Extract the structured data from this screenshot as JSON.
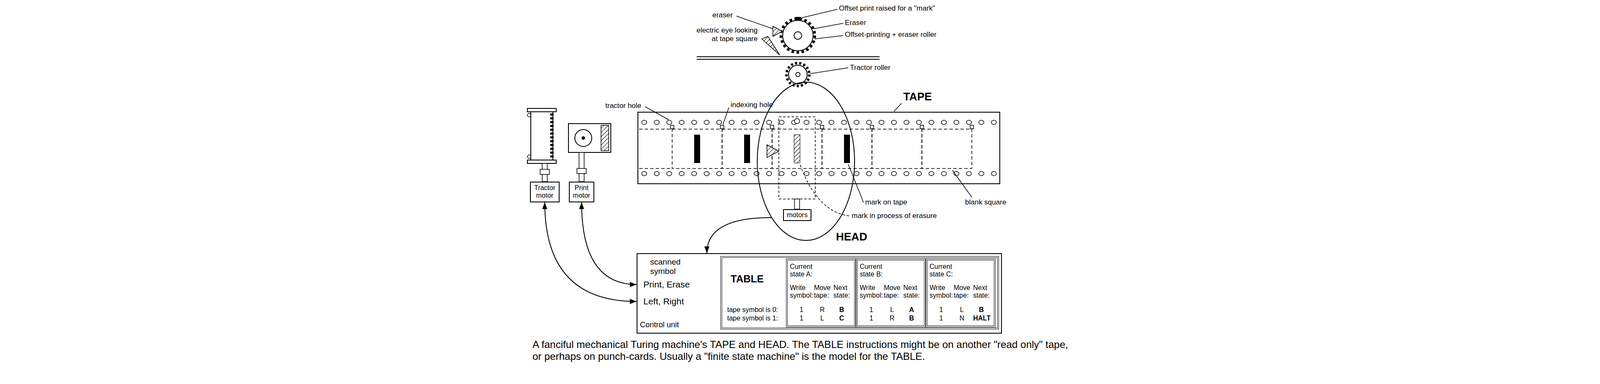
{
  "diagram": {
    "caption": "A fanciful mechanical Turing machine's TAPE and HEAD. The TABLE instructions might be on another \"read only\" tape, or perhaps on punch-cards. Usually a \"finite state machine\" is the model for the TABLE.",
    "nodes": [
      {
        "text": [
          "Tractor motor"
        ]
      },
      {
        "text": [
          "Print motor"
        ]
      },
      {
        "text": [
          "HEAD"
        ]
      },
      {
        "text": [
          "motors"
        ],
        "in": 2
      },
      {
        "text": [
          "scanned symbol",
          "Print, Erase",
          "Left, Right",
          "Control unit"
        ]
      },
      {
        "text": [
          "TABLE",
          "tape symbol is 0:",
          "tape symbol is 1:"
        ],
        "in": 4
      },
      {
        "text": [
          "Current state A:",
          "Write symbol:",
          "Move tape:",
          "Next state:",
          "1",
          "R",
          "B",
          "1",
          "L",
          "C"
        ],
        "in": 5
      },
      {
        "text": [
          "Current state B:",
          "Write symbol:",
          "Move tape:",
          "Next state:",
          "1",
          "L",
          "A",
          "1",
          "R",
          "B"
        ],
        "in": 5
      },
      {
        "text": [
          "Current state C:",
          "Write symbol:",
          "Move tape:",
          "Next state:",
          "1",
          "L",
          "B",
          "1",
          "N",
          "HALT"
        ],
        "in": 5
      }
    ],
    "edges": [
      {
        "from": 2,
        "to": 4,
        "arrow": "to"
      },
      {
        "from": 1,
        "to": 4,
        "arrow": "both"
      },
      {
        "from": 0,
        "to": 4,
        "arrow": "both"
      }
    ],
    "labels": [
      "eraser",
      "electric eye looking at tape square",
      "Offset print raised for a \"mark\"",
      "Eraser",
      "Offset-printing + eraser roller",
      "Tractor roller",
      "tractor hole",
      "indexing hole",
      "TAPE",
      "mark on tape",
      "mark in process of erasure",
      "blank square"
    ]
  }
}
